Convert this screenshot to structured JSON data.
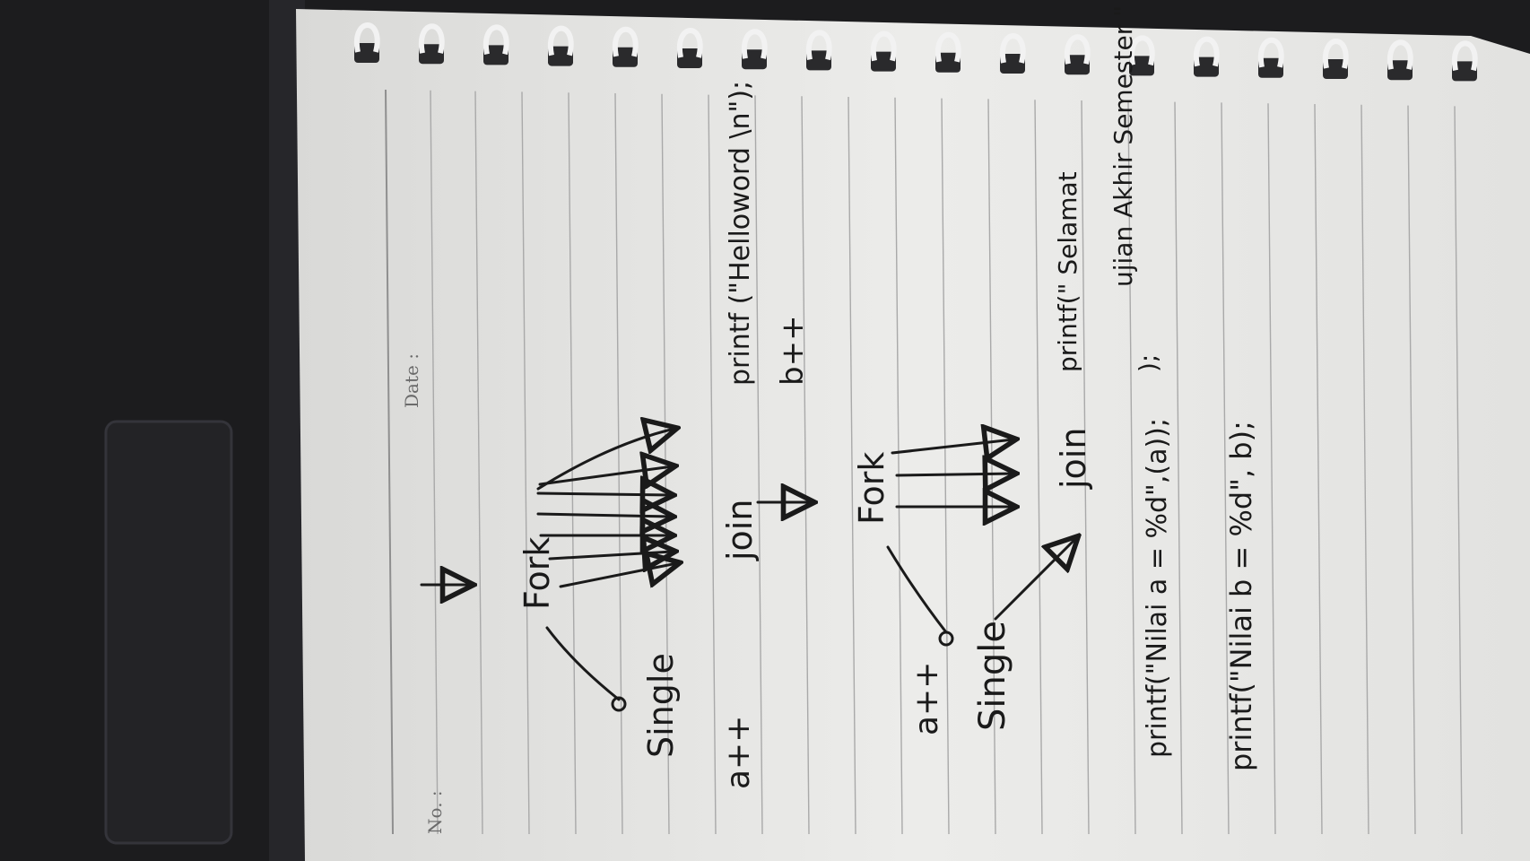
{
  "header": {
    "no_label": "No. :",
    "date_label": "Date :"
  },
  "diagram1": {
    "fork": "Fork",
    "single": "Single",
    "join": "join",
    "a_inc": "a++",
    "printf_hello": "printf (\"Helloword \\n\");",
    "b_inc": "b++"
  },
  "diagram2": {
    "fork": "Fork",
    "single": "Single",
    "join": "join",
    "a_inc": "a++",
    "printf_selamat_1": "printf(\" Selamat",
    "printf_selamat_2": "ujian Akhir Semester \"",
    "printf_selamat_3": ");",
    "printf_a": "printf(\"Nilai a = %d\",(a));",
    "printf_b": "printf(\"Nilai b = %d\", b);"
  },
  "colors": {
    "desk": "#1c1c1e",
    "paper": "#e8e8e6",
    "rule_line": "#a9a9a9",
    "ink": "#1a1a1a"
  }
}
